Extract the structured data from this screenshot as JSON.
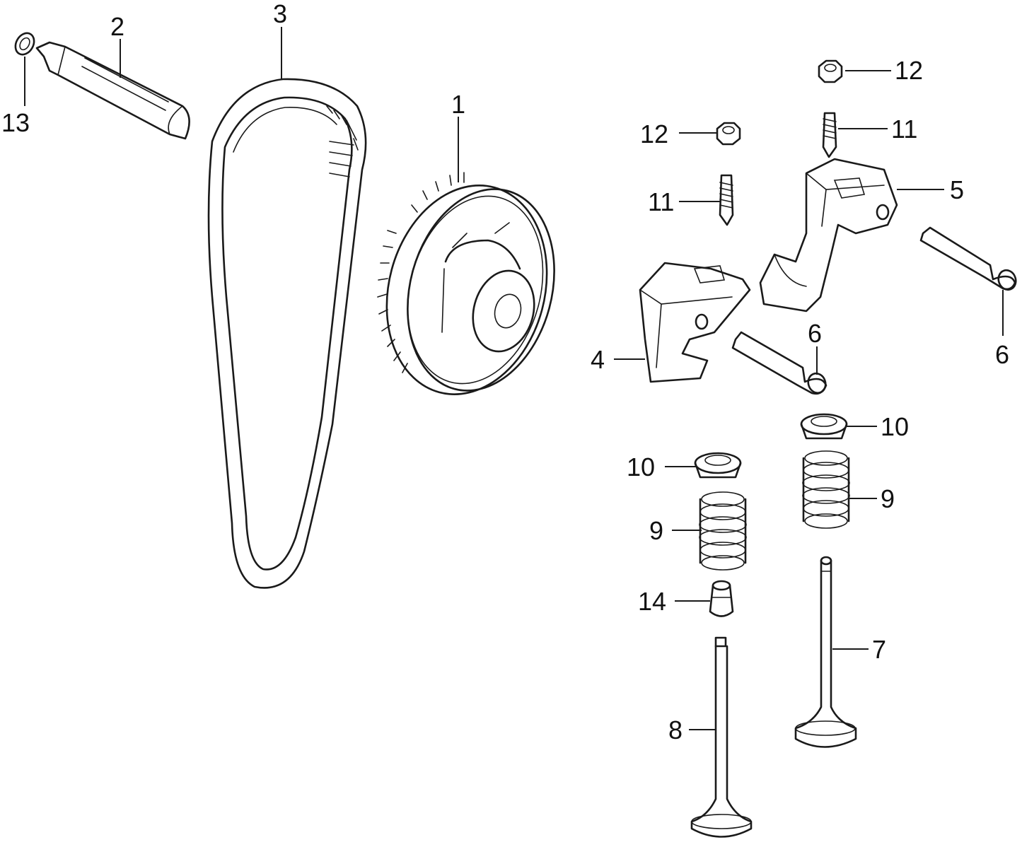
{
  "callouts": {
    "c1": "1",
    "c2": "2",
    "c3": "3",
    "c4": "4",
    "c5": "5",
    "c6a": "6",
    "c6b": "6",
    "c7": "7",
    "c8": "8",
    "c9a": "9",
    "c9b": "9",
    "c10a": "10",
    "c10b": "10",
    "c11a": "11",
    "c11b": "11",
    "c12a": "12",
    "c12b": "12",
    "c13": "13",
    "c14": "14"
  }
}
